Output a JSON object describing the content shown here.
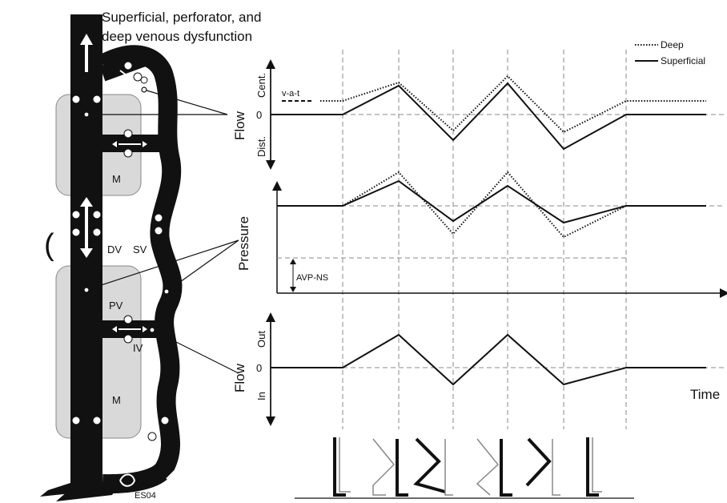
{
  "title_line1": "Superficial, perforator, and",
  "title_line2": "deep venous dysfunction",
  "legend": {
    "deep": "Deep",
    "superficial": "Superficial"
  },
  "anatomy": {
    "muscle_upper": "M",
    "muscle_lower": "M",
    "deep_vein": "DV",
    "superficial_vein": "SV",
    "perforator_vein": "PV",
    "intramuscular_vein": "IV",
    "code": "ES04"
  },
  "panel_flow_top": {
    "ylabel": "Flow",
    "tick_top": "Cent.",
    "tick_zero": "0",
    "tick_bottom": "Dist.",
    "annotation": "v-a-t"
  },
  "panel_pressure": {
    "ylabel": "Pressure",
    "annotation": "AVP-NS"
  },
  "panel_flow_bottom": {
    "ylabel": "Flow",
    "tick_top": "Out",
    "tick_zero": "0",
    "tick_bottom": "In",
    "xlabel": "Time"
  },
  "colors": {
    "vein": "#111111",
    "muscle": "#d9d9d9",
    "dashed": "#8a8a8a",
    "arrow": "#ffffff"
  }
}
